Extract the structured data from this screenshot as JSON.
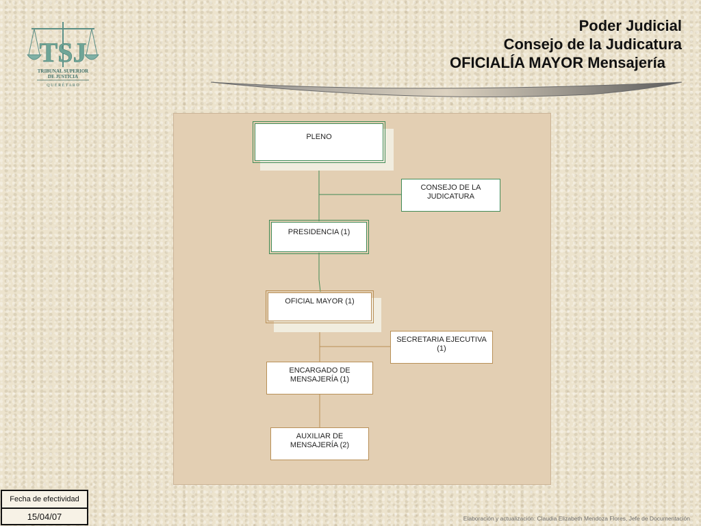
{
  "header": {
    "line1": "Poder Judicial",
    "line2": "Consejo de la Judicatura",
    "line3": "OFICIALÍA MAYOR  Mensajería"
  },
  "logo": {
    "monogram": "TSJ",
    "line1": "TRIBUNAL SUPERIOR",
    "line2": "DE JUSTICIA",
    "line3": "Q U E R É T A R O"
  },
  "org_chart": {
    "pleno": "PLENO",
    "consejo_line1": "CONSEJO DE LA",
    "consejo_line2": "JUDICATURA",
    "presidencia": "PRESIDENCIA (1)",
    "oficial_mayor": "OFICIAL MAYOR  (1)",
    "secretaria_line1": "SECRETARIA EJECUTIVA",
    "secretaria_line2": "(1)",
    "encargado_line1": "ENCARGADO  DE",
    "encargado_line2": "MENSAJERÍA (1)",
    "auxiliar_line1": "AUXILIAR DE",
    "auxiliar_line2": "MENSAJERÍA  (2)"
  },
  "effectivity": {
    "label": "Fecha de efectividad",
    "date": "15/04/07"
  },
  "footer": {
    "credit": "Elaboración y actualización: Claudia Elizabeth Mendoza Flores,  Jefe de Documentación"
  },
  "colors": {
    "green_line": "#3f8a56",
    "tan_line": "#b88f56",
    "panel": "#e3cfb3"
  }
}
